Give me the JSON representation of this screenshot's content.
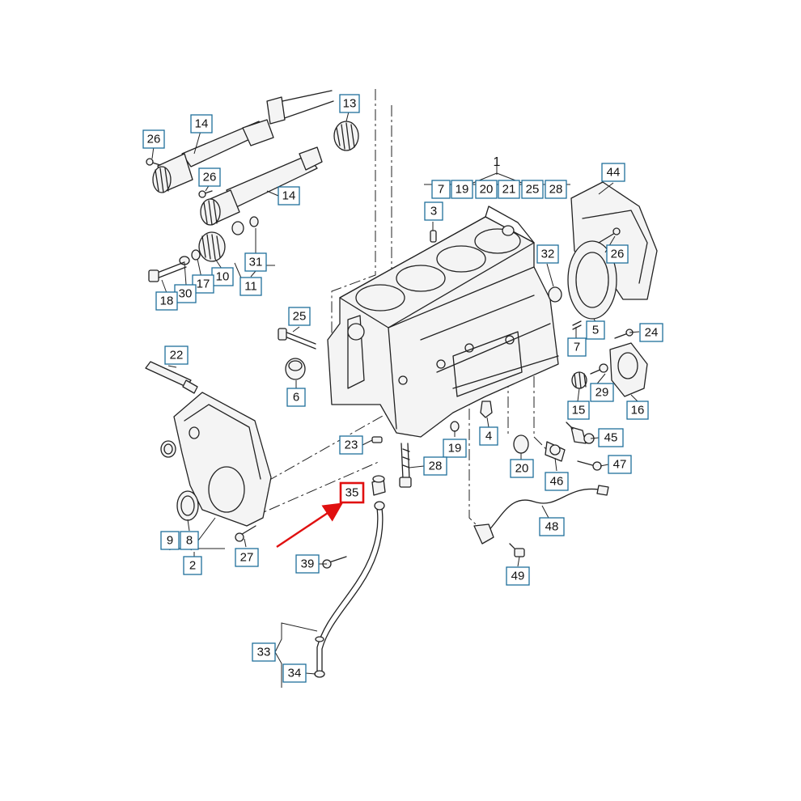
{
  "diagram": {
    "assembly_label": "1",
    "highlight_color": "#e01010",
    "frame_color": "#1f6f9c",
    "callouts": [
      {
        "id": "c13",
        "label": "13"
      },
      {
        "id": "c14a",
        "label": "14"
      },
      {
        "id": "c26a",
        "label": "26"
      },
      {
        "id": "c26b",
        "label": "26"
      },
      {
        "id": "c14b",
        "label": "14"
      },
      {
        "id": "c31",
        "label": "31"
      },
      {
        "id": "c10",
        "label": "10"
      },
      {
        "id": "c11",
        "label": "11"
      },
      {
        "id": "c17",
        "label": "17"
      },
      {
        "id": "c30",
        "label": "30"
      },
      {
        "id": "c18",
        "label": "18"
      },
      {
        "id": "c7a",
        "label": "7"
      },
      {
        "id": "c19a",
        "label": "19"
      },
      {
        "id": "c20a",
        "label": "20"
      },
      {
        "id": "c21",
        "label": "21"
      },
      {
        "id": "c25a",
        "label": "25"
      },
      {
        "id": "c28a",
        "label": "28"
      },
      {
        "id": "c3",
        "label": "3"
      },
      {
        "id": "c44",
        "label": "44"
      },
      {
        "id": "c32",
        "label": "32"
      },
      {
        "id": "c26c",
        "label": "26"
      },
      {
        "id": "c5",
        "label": "5"
      },
      {
        "id": "c24",
        "label": "24"
      },
      {
        "id": "c7b",
        "label": "7"
      },
      {
        "id": "c25b",
        "label": "25"
      },
      {
        "id": "c6",
        "label": "6"
      },
      {
        "id": "c22",
        "label": "22"
      },
      {
        "id": "c29",
        "label": "29"
      },
      {
        "id": "c15",
        "label": "15"
      },
      {
        "id": "c16",
        "label": "16"
      },
      {
        "id": "c4",
        "label": "4"
      },
      {
        "id": "c45",
        "label": "45"
      },
      {
        "id": "c23",
        "label": "23"
      },
      {
        "id": "c19b",
        "label": "19"
      },
      {
        "id": "c28b",
        "label": "28"
      },
      {
        "id": "c20b",
        "label": "20"
      },
      {
        "id": "c47",
        "label": "47"
      },
      {
        "id": "c46",
        "label": "46"
      },
      {
        "id": "c35",
        "label": "35",
        "highlighted": true
      },
      {
        "id": "c48",
        "label": "48"
      },
      {
        "id": "c9",
        "label": "9"
      },
      {
        "id": "c8",
        "label": "8"
      },
      {
        "id": "c2",
        "label": "2"
      },
      {
        "id": "c27",
        "label": "27"
      },
      {
        "id": "c39",
        "label": "39"
      },
      {
        "id": "c49",
        "label": "49"
      },
      {
        "id": "c33",
        "label": "33"
      },
      {
        "id": "c34",
        "label": "34"
      }
    ]
  }
}
